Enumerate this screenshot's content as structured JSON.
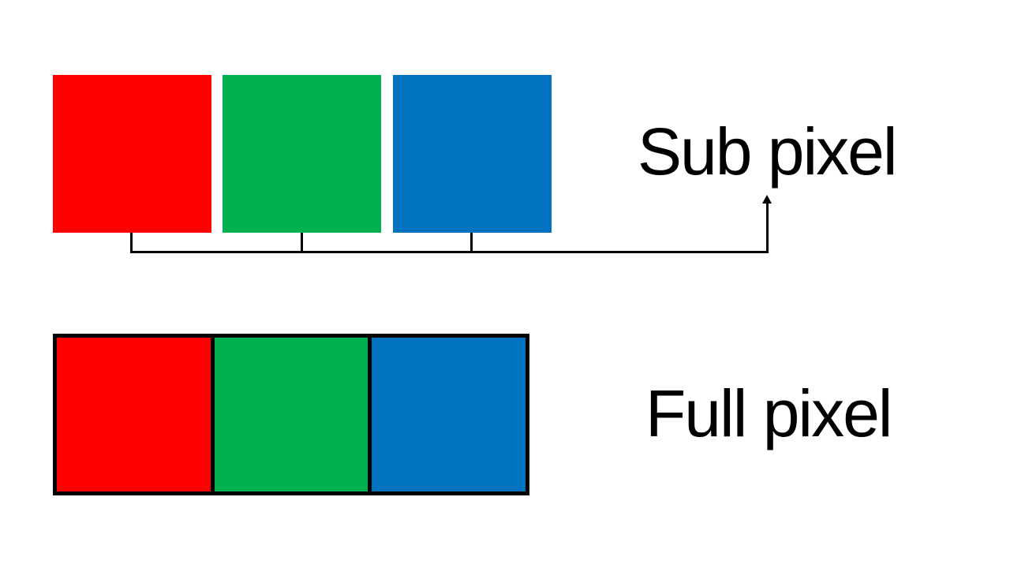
{
  "background_color": "#FFFFFF",
  "line_color": "#000000",
  "text_color": "#000000",
  "subpixel_section": {
    "label": "Sub pixel",
    "swatches": [
      {
        "name": "red",
        "color": "#FF0000"
      },
      {
        "name": "green",
        "color": "#00B050"
      },
      {
        "name": "blue",
        "color": "#0072C0"
      }
    ]
  },
  "fullpixel_section": {
    "label": "Full pixel",
    "cells": [
      {
        "name": "red",
        "color": "#FF0000"
      },
      {
        "name": "green",
        "color": "#00B050"
      },
      {
        "name": "blue",
        "color": "#0072C0"
      }
    ]
  }
}
